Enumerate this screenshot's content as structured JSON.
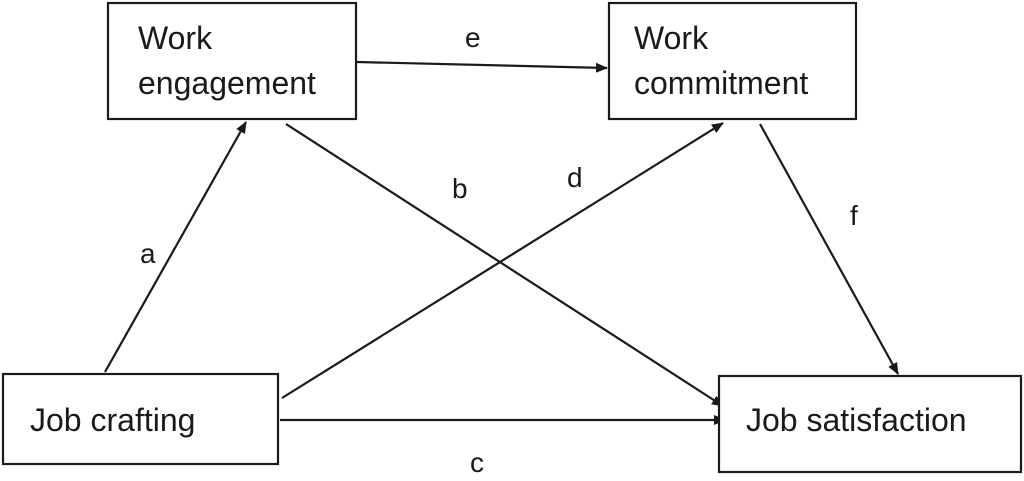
{
  "nodes": {
    "work_engagement": {
      "line1": "Work",
      "line2": "engagement"
    },
    "work_commitment": {
      "line1": "Work",
      "line2": "commitment"
    },
    "job_crafting": {
      "label": "Job crafting"
    },
    "job_satisfaction": {
      "label": "Job satisfaction"
    }
  },
  "edges": {
    "a": "a",
    "b": "b",
    "c": "c",
    "d": "d",
    "e": "e",
    "f": "f"
  },
  "colors": {
    "stroke": "#1a1a1a",
    "background": "#ffffff"
  }
}
